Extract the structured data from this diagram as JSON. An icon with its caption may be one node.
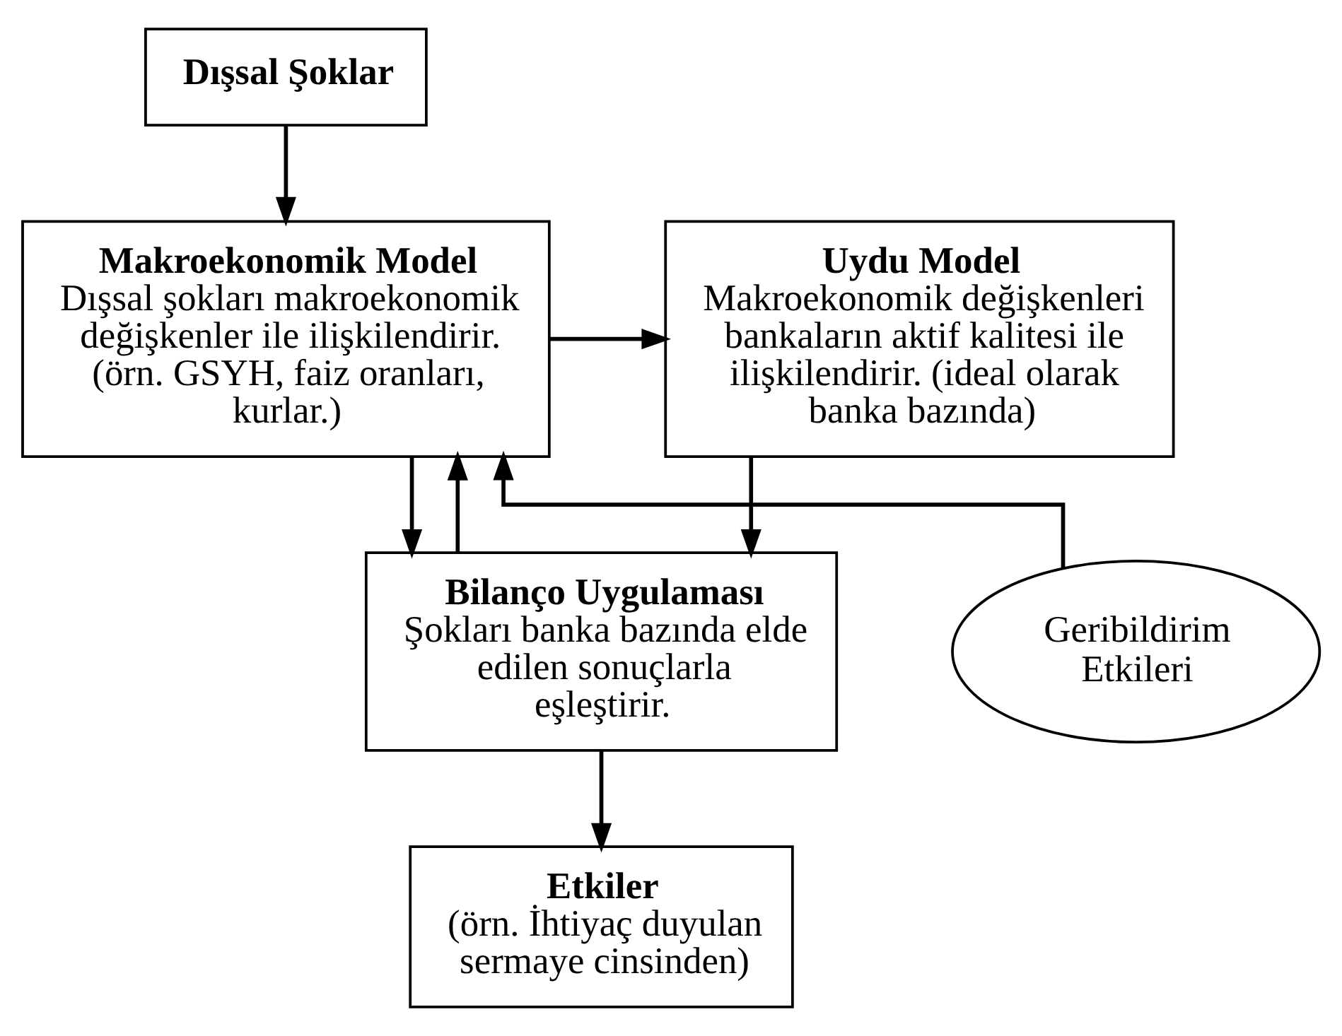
{
  "diagram": {
    "nodes": [
      {
        "text": [
          "Dışsal Şoklar"
        ]
      },
      {
        "text": [
          "Makroekonomik Model",
          "Dışsal şokları makroekonomik değişkenler ile ilişkilendirir. (örn. GSYH, faiz oranları, kurlar.)"
        ]
      },
      {
        "text": [
          "Uydu Model",
          "Makroekonomik değişkenleri bankaların aktif kalitesi ile ilişkilendirir. (ideal olarak banka bazında)"
        ]
      },
      {
        "text": [
          "Bilanço Uygulaması",
          "Şokları banka bazında elde edilen sonuçlarla eşleştirir."
        ]
      },
      {
        "text": [
          "Geribildirim Etkileri"
        ]
      },
      {
        "text": [
          "Etkiler",
          "(örn. İhtiyaç duyulan sermaye cinsinden)"
        ]
      }
    ],
    "edges": [
      {
        "from": 0,
        "to": 1,
        "arrow": "to"
      },
      {
        "from": 1,
        "to": 2,
        "arrow": "to"
      },
      {
        "from": 1,
        "to": 3,
        "arrow": "to"
      },
      {
        "from": 2,
        "to": 3,
        "arrow": "to"
      },
      {
        "from": 4,
        "to": 1,
        "arrow": "to"
      },
      {
        "from": 3,
        "to": 1,
        "arrow": "to"
      },
      {
        "from": 3,
        "to": 5,
        "arrow": "to"
      }
    ]
  }
}
